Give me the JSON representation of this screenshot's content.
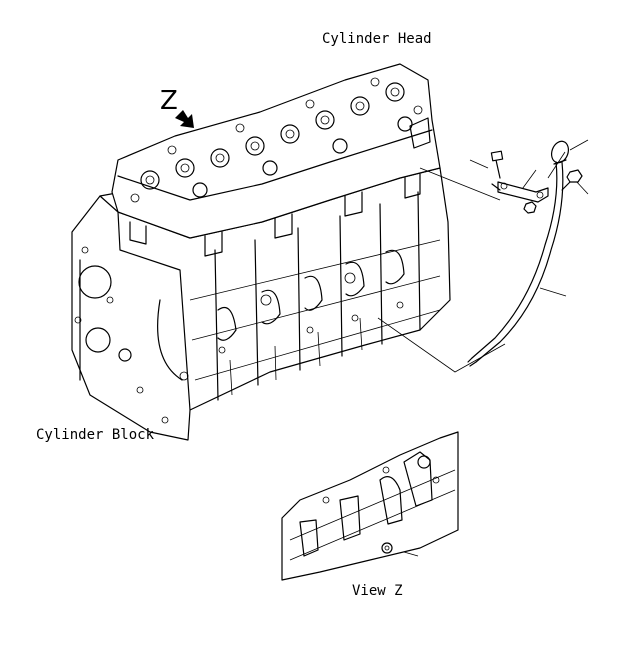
{
  "labels": {
    "cylinder_head": "Cylinder Head",
    "cylinder_block": "Cylinder Block",
    "view_z": "View Z",
    "z_marker": "Z"
  },
  "colors": {
    "line": "#000000",
    "background": "#ffffff"
  },
  "icons": {
    "view_arrow": "arrow-down-right-icon"
  }
}
